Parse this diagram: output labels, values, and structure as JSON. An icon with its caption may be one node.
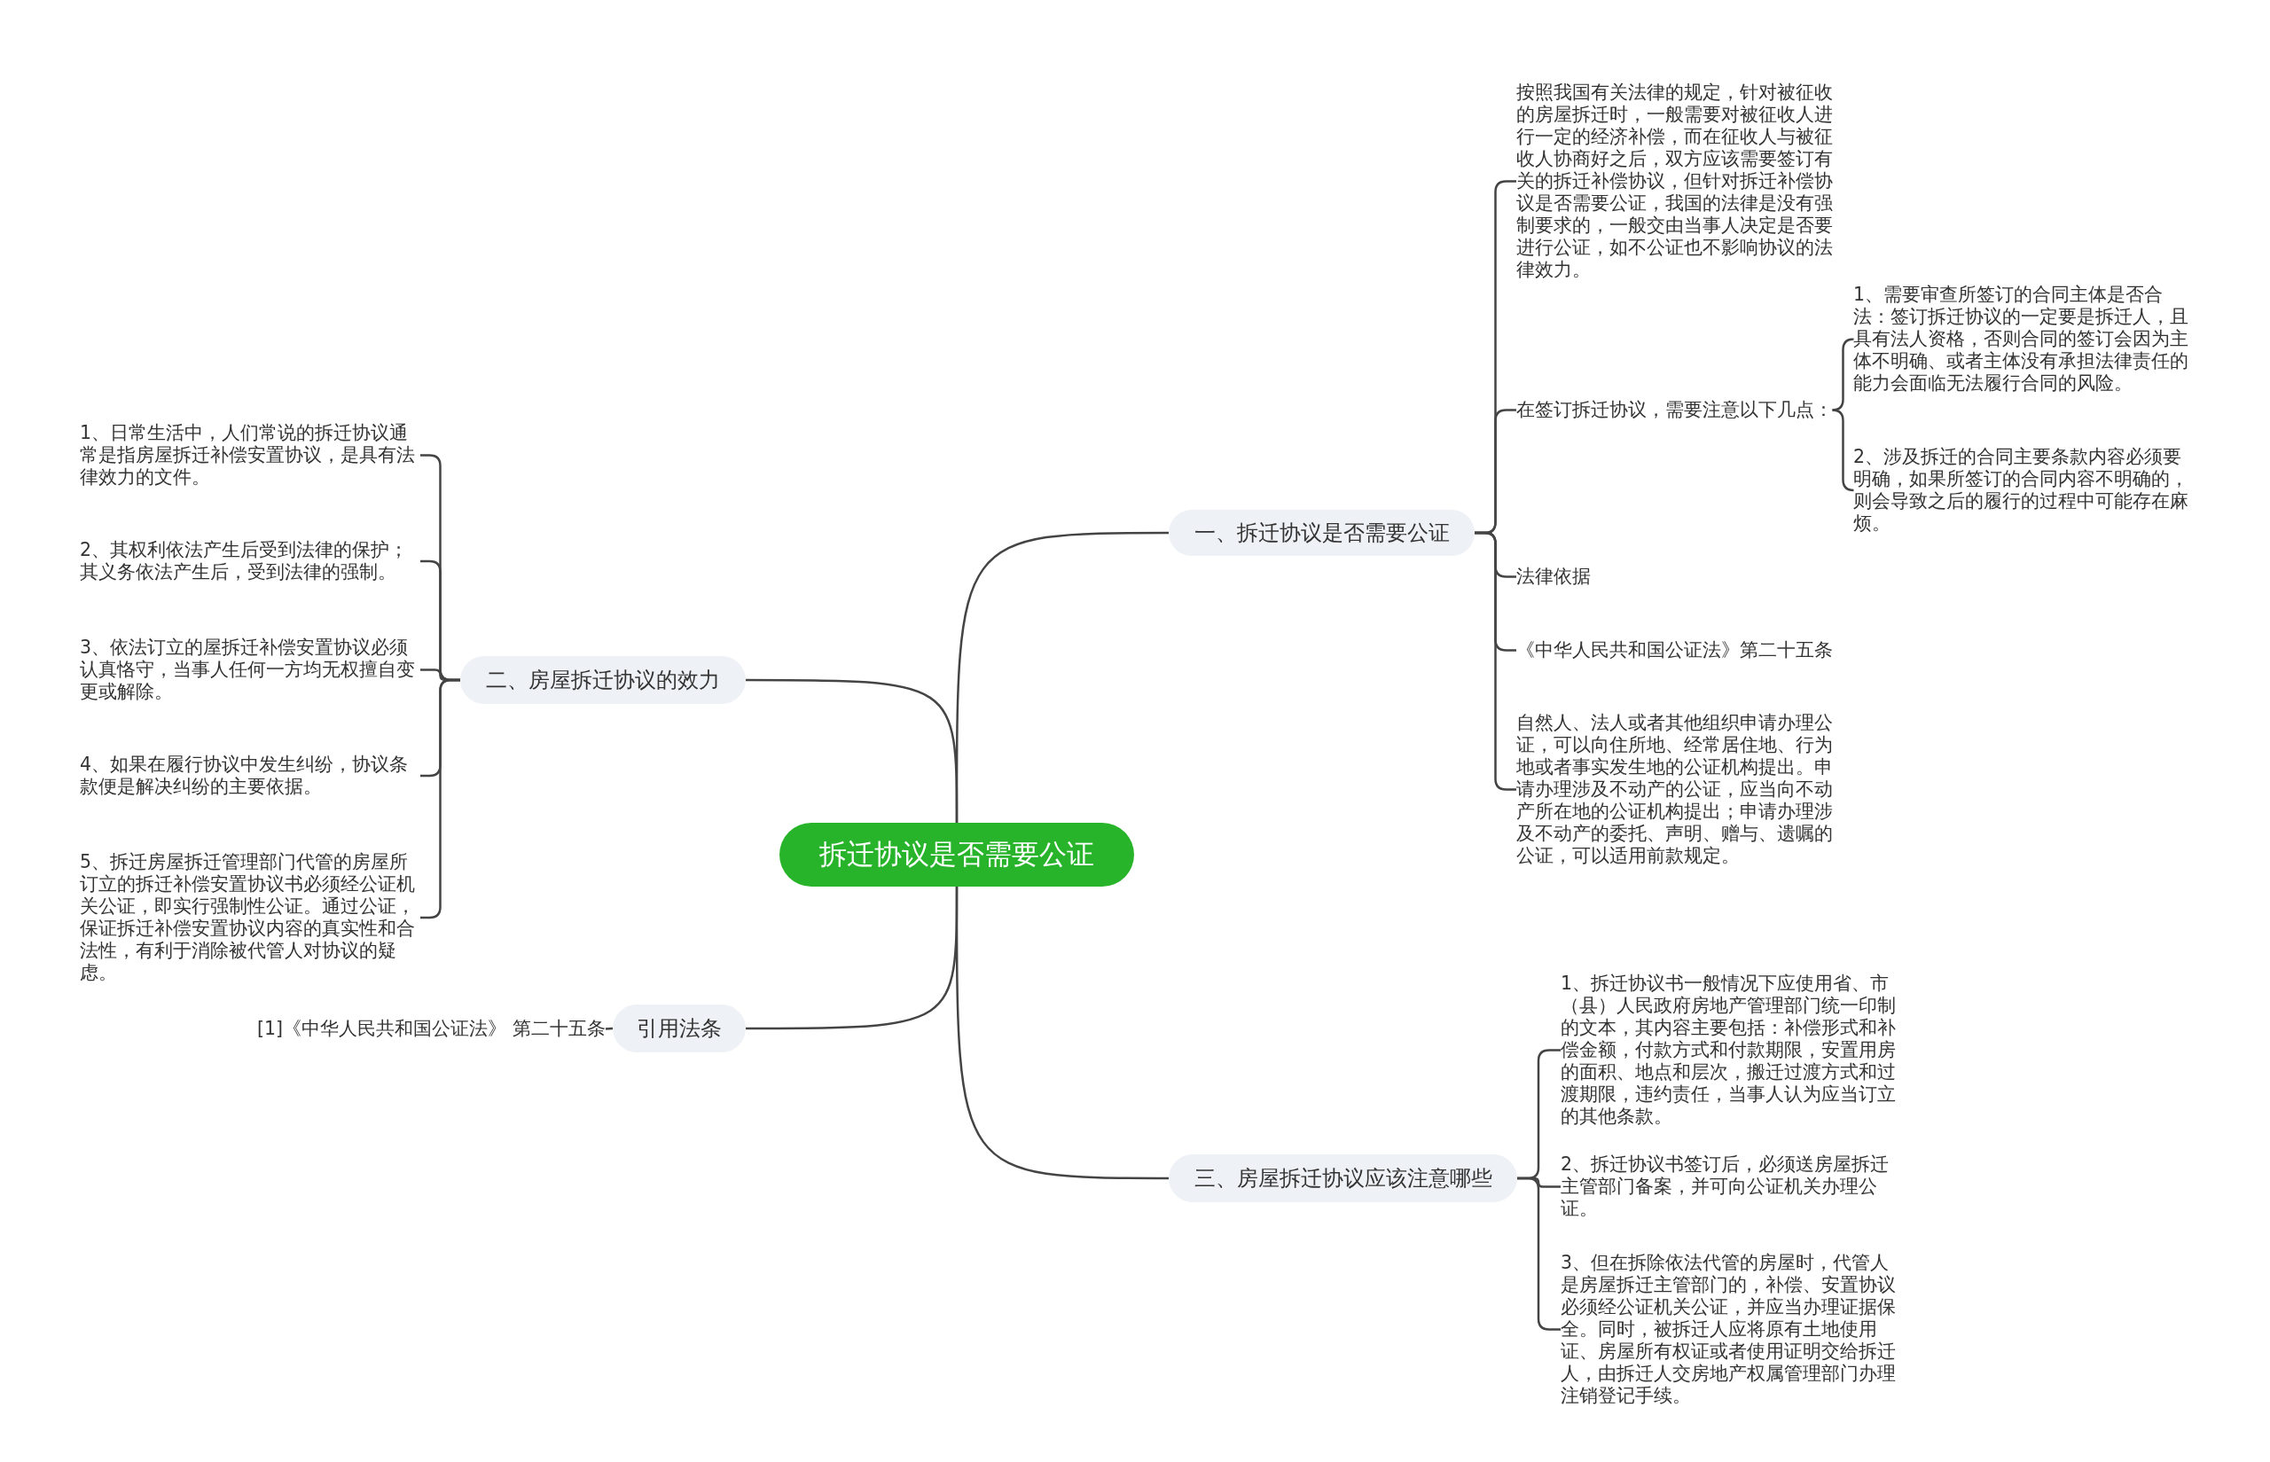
{
  "diagram": {
    "nodes": [
      {
        "text": [
          "拆迁协议是否需要公证"
        ]
      },
      {
        "text": [
          "一、拆迁协议是否需要公证"
        ]
      },
      {
        "text": [
          "按照我国有关法律的规定，针对被征收的房屋拆迁时，一般需要对被征收人进行一定的经济补偿，而在征收人与被征收人协商好之后，双方应该需要签订有关的拆迁补偿协议，但针对拆迁补偿协议是否需要公证，我国的法律是没有强制要求的，一般交由当事人决定是否要进行公证，如不公证也不影响协议的法律效力。"
        ]
      },
      {
        "text": [
          "在签订拆迁协议，需要注意以下几点："
        ]
      },
      {
        "text": [
          "1、需要审查所签订的合同主体是否合法：签订拆迁协议的一定要是拆迁人，且具有法人资格，否则合同的签订会因为主体不明确、或者主体没有承担法律责任的能力会面临无法履行合同的风险。"
        ]
      },
      {
        "text": [
          "2、涉及拆迁的合同主要条款内容必须要明确，如果所签订的合同内容不明确的，则会导致之后的履行的过程中可能存在麻烦。"
        ]
      },
      {
        "text": [
          "法律依据"
        ]
      },
      {
        "text": [
          "《中华人民共和国公证法》第二十五条"
        ]
      },
      {
        "text": [
          "自然人、法人或者其他组织申请办理公证，可以向住所地、经常居住地、行为地或者事实发生地的公证机构提出。申请办理涉及不动产的公证，应当向不动产所在地的公证机构提出；申请办理涉及不动产的委托、声明、赠与、遗嘱的公证，可以适用前款规定。"
        ]
      },
      {
        "text": [
          "二、房屋拆迁协议的效力"
        ]
      },
      {
        "text": [
          "1、日常生活中，人们常说的拆迁协议通常是指房屋拆迁补偿安置协议，是具有法律效力的文件。"
        ]
      },
      {
        "text": [
          "2、其权利依法产生后受到法律的保护；其义务依法产生后，受到法律的强制。"
        ]
      },
      {
        "text": [
          "3、依法订立的屋拆迁补偿安置协议必须认真恪守，当事人任何一方均无权擅自变更或解除。"
        ]
      },
      {
        "text": [
          "4、如果在履行协议中发生纠纷，协议条款便是解决纠纷的主要依据。"
        ]
      },
      {
        "text": [
          "5、拆迁房屋拆迁管理部门代管的房屋所订立的拆迁补偿安置协议书必须经公证机关公证，即实行强制性公证。通过公证，保证拆迁补偿安置协议内容的真实性和合法性，有利于消除被代管人对协议的疑虑。"
        ]
      },
      {
        "text": [
          "引用法条"
        ]
      },
      {
        "text": [
          "[1]《中华人民共和国公证法》 第二十五条"
        ]
      },
      {
        "text": [
          "三、房屋拆迁协议应该注意哪些"
        ]
      },
      {
        "text": [
          "1、拆迁协议书一般情况下应使用省、市（县）人民政府房地产管理部门统一印制的文本，其内容主要包括：补偿形式和补偿金额，付款方式和付款期限，安置用房的面积、地点和层次，搬迁过渡方式和过渡期限，违约责任，当事人认为应当订立的其他条款。"
        ]
      },
      {
        "text": [
          "2、拆迁协议书签订后，必须送房屋拆迁主管部门备案，并可向公证机关办理公证。"
        ]
      },
      {
        "text": [
          "3、但在拆除依法代管的房屋时，代管人是房屋拆迁主管部门的，补偿、安置协议必须经公证机关公证，并应当办理证据保全。同时，被拆迁人应将原有土地使用证、房屋所有权证或者使用证明交给拆迁人，由拆迁人交房地产权属管理部门办理注销登记手续。"
        ]
      }
    ],
    "edges": [
      {
        "from": 0,
        "to": 1,
        "arrow": "none"
      },
      {
        "from": 1,
        "to": 2,
        "arrow": "none"
      },
      {
        "from": 1,
        "to": 3,
        "arrow": "none"
      },
      {
        "from": 3,
        "to": 4,
        "arrow": "none"
      },
      {
        "from": 3,
        "to": 5,
        "arrow": "none"
      },
      {
        "from": 1,
        "to": 6,
        "arrow": "none"
      },
      {
        "from": 1,
        "to": 7,
        "arrow": "none"
      },
      {
        "from": 1,
        "to": 8,
        "arrow": "none"
      },
      {
        "from": 0,
        "to": 9,
        "arrow": "none"
      },
      {
        "from": 9,
        "to": 10,
        "arrow": "none"
      },
      {
        "from": 9,
        "to": 11,
        "arrow": "none"
      },
      {
        "from": 9,
        "to": 12,
        "arrow": "none"
      },
      {
        "from": 9,
        "to": 13,
        "arrow": "none"
      },
      {
        "from": 9,
        "to": 14,
        "arrow": "none"
      },
      {
        "from": 0,
        "to": 15,
        "arrow": "none"
      },
      {
        "from": 15,
        "to": 16,
        "arrow": "none"
      },
      {
        "from": 0,
        "to": 17,
        "arrow": "none"
      },
      {
        "from": 17,
        "to": 18,
        "arrow": "none"
      },
      {
        "from": 17,
        "to": 19,
        "arrow": "none"
      },
      {
        "from": 17,
        "to": 20,
        "arrow": "none"
      }
    ]
  }
}
